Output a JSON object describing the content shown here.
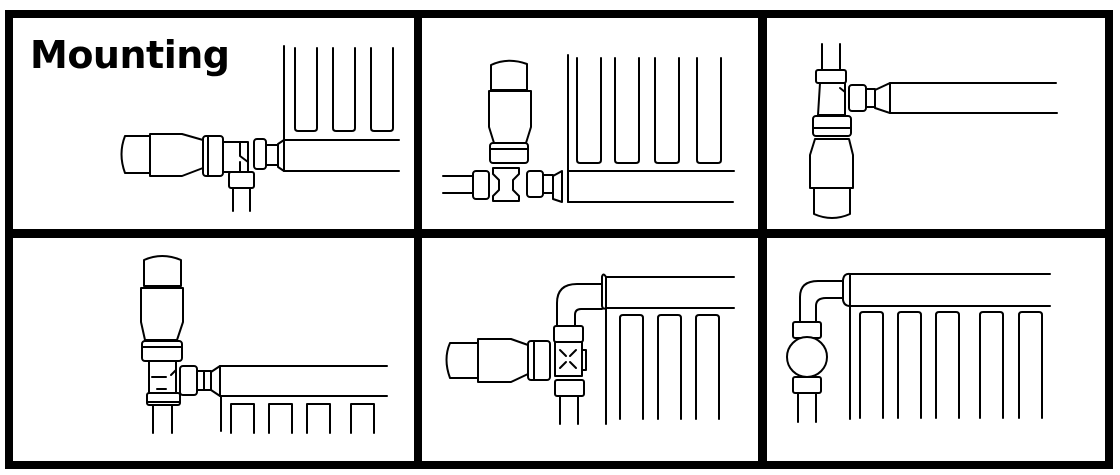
{
  "title": "Mounting",
  "colors": {
    "line": "#000000",
    "background": "#ffffff",
    "border": "#000000"
  },
  "panels": [
    {
      "id": 1,
      "label": "horizontal thermostatic head, side-entry valve into radiator side connection"
    },
    {
      "id": 2,
      "label": "vertical thermostatic head on straight valve, horizontal pipe into radiator"
    },
    {
      "id": 3,
      "label": "downward-facing head on corner valve, pipe from above"
    },
    {
      "id": 4,
      "label": "vertical head on angle valve, pipe from below, radiator beneath connection"
    },
    {
      "id": 5,
      "label": "horizontal head on valve with elbow to top of radiator"
    },
    {
      "id": 6,
      "label": "ball valve with elbow to top of radiator"
    }
  ]
}
